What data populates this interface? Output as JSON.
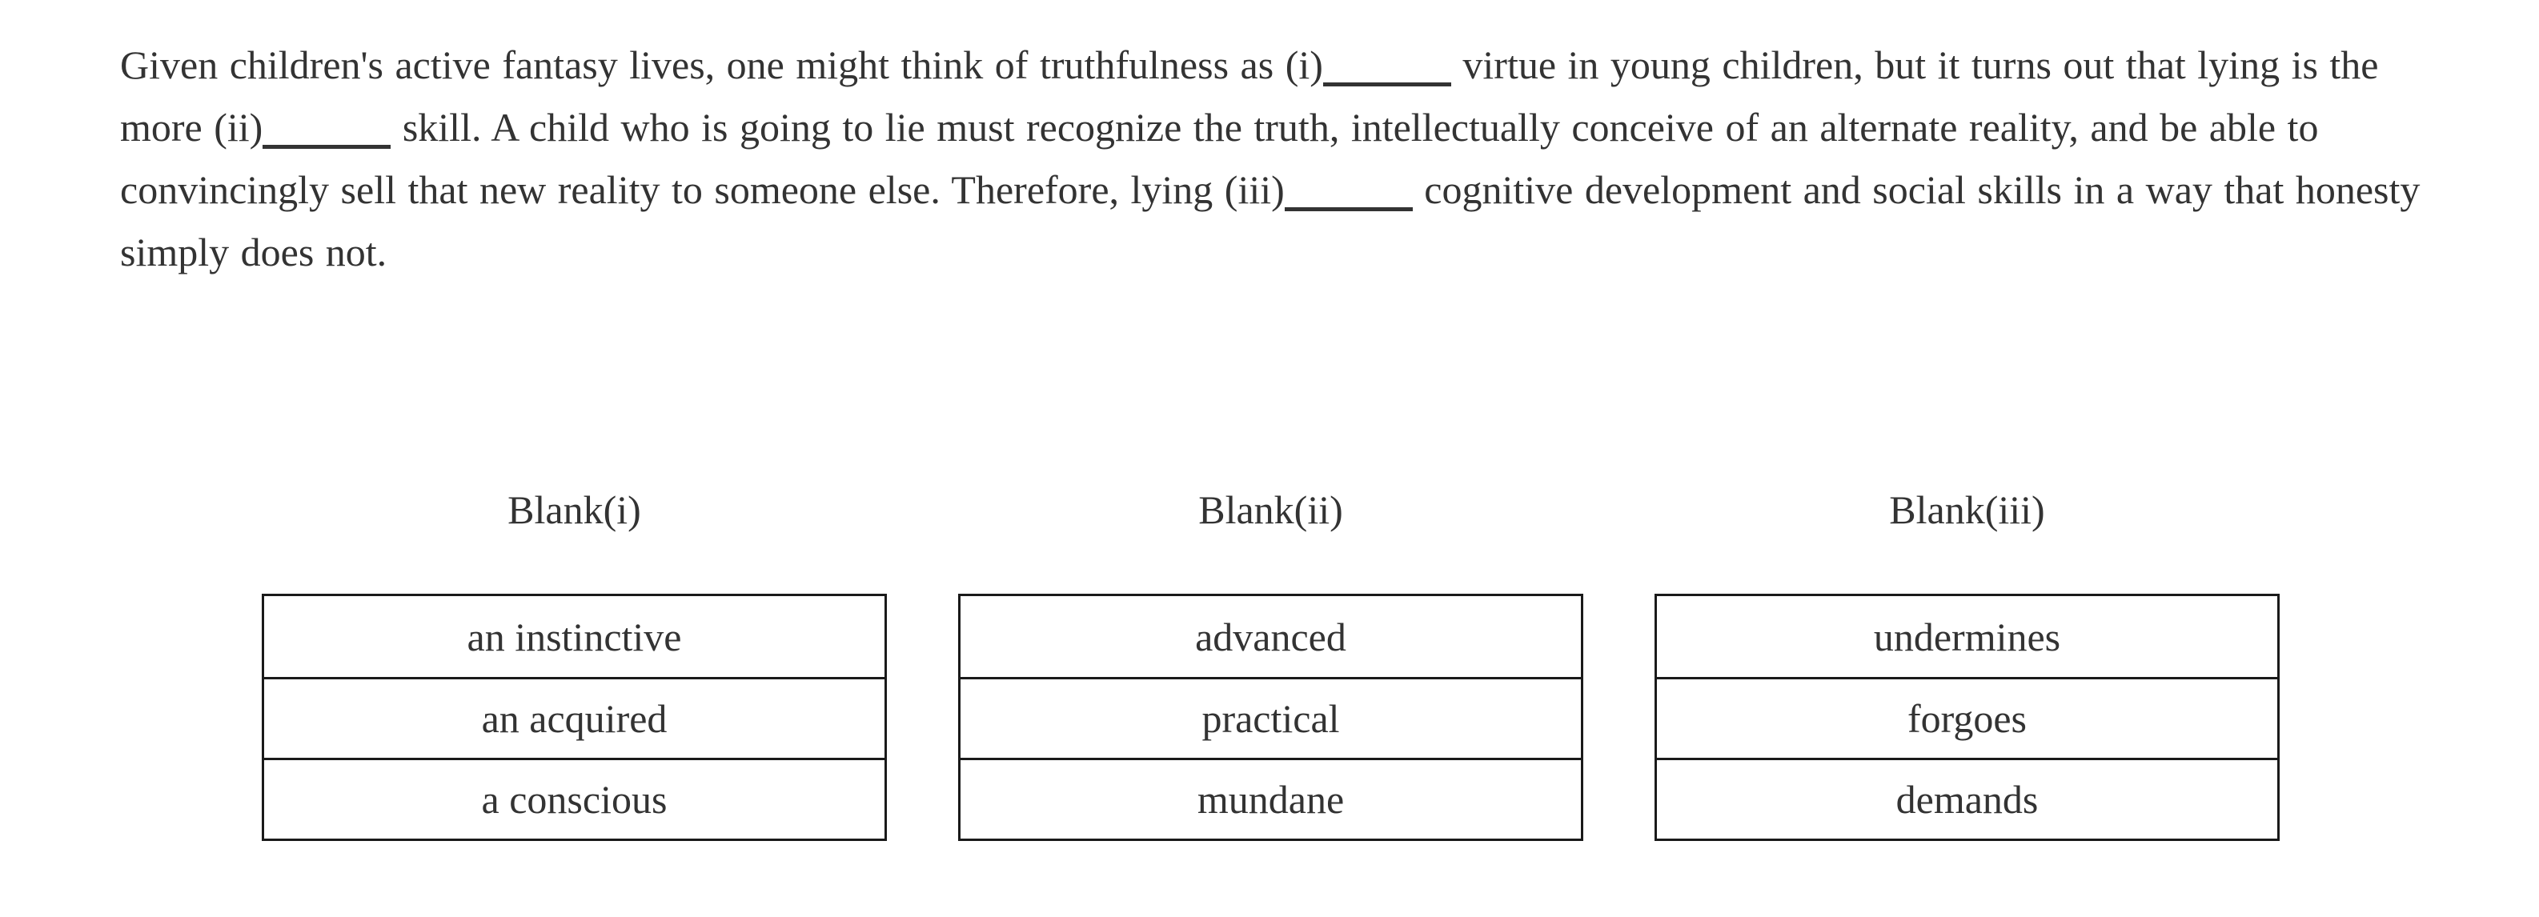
{
  "passage": {
    "segments": [
      {
        "type": "text",
        "text": "Given children's active fantasy lives, one might think of truthfulness as "
      },
      {
        "type": "blank",
        "label": "(i)"
      },
      {
        "type": "text",
        "text": " virtue in young children, but it turns out that lying is the more "
      },
      {
        "type": "blank",
        "label": "(ii)"
      },
      {
        "type": "text",
        "text": " skill. A child who is going to lie must recognize the truth, intellectually conceive of an alternate reality, and be able to convincingly sell that new reality to someone else. Therefore, lying "
      },
      {
        "type": "blank",
        "label": "(iii)"
      },
      {
        "type": "text",
        "text": " cognitive development and social skills in a way that honesty simply does not."
      }
    ]
  },
  "columns": [
    {
      "label": "Blank(i)",
      "options": [
        "an instinctive",
        "an acquired",
        "a conscious"
      ]
    },
    {
      "label": "Blank(ii)",
      "options": [
        "advanced",
        "practical",
        "mundane"
      ]
    },
    {
      "label": "Blank(iii)",
      "options": [
        "undermines",
        "forgoes",
        "demands"
      ]
    }
  ],
  "colors": {
    "text": "#333333",
    "table_border": "#1a1a1a",
    "background": "#ffffff"
  }
}
